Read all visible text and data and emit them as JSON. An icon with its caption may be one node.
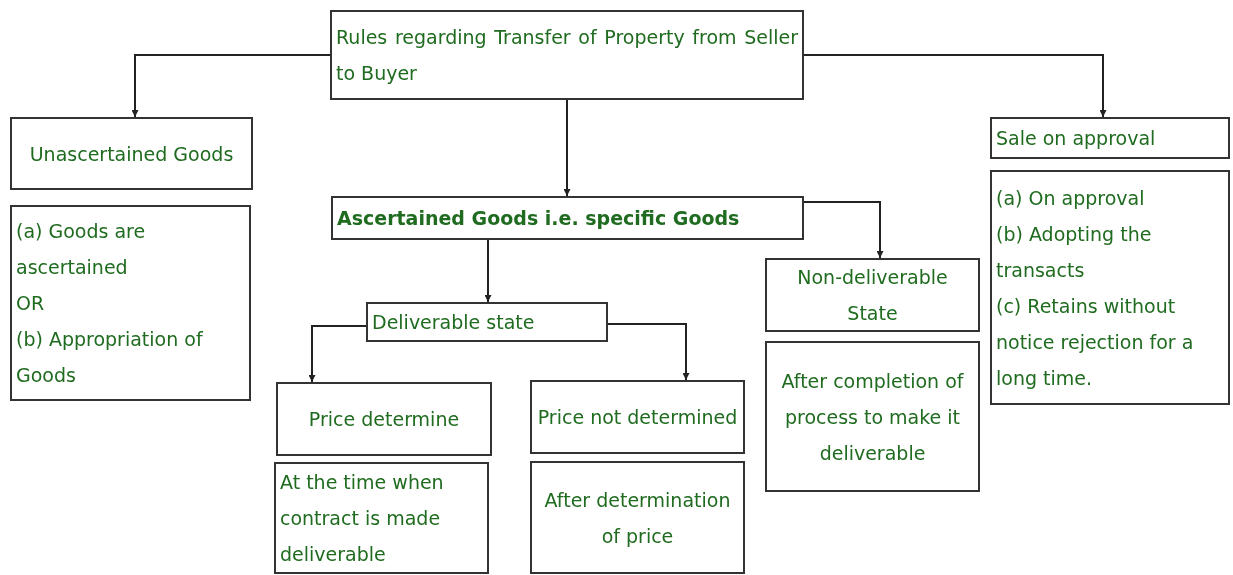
{
  "diagram": {
    "nodes": [
      {
        "text": [
          "Rules regarding Transfer of Property from Seller to Buyer"
        ]
      },
      {
        "text": [
          "Unascertained Goods"
        ]
      },
      {
        "text": [
          "(a) Goods are ascertained",
          "OR",
          "(b) Appropriation of Goods"
        ]
      },
      {
        "text": [
          "Ascertained Goods i.e. specific Goods"
        ]
      },
      {
        "text": [
          "Deliverable state"
        ]
      },
      {
        "text": [
          "Price determine"
        ]
      },
      {
        "text": [
          "At the time when contract is made deliverable"
        ]
      },
      {
        "text": [
          "Price not determined"
        ]
      },
      {
        "text": [
          "After determination of price"
        ]
      },
      {
        "text": [
          "Non-deliverable State"
        ]
      },
      {
        "text": [
          "After completion of process to make it deliverable"
        ]
      },
      {
        "text": [
          "Sale on approval"
        ]
      },
      {
        "text": [
          "(a) On approval",
          "(b) Adopting the transacts",
          "(c) Retains without notice rejection for a long time."
        ]
      }
    ],
    "edges": [
      {
        "from": 0,
        "to": 1,
        "arrow": "to"
      },
      {
        "from": 0,
        "to": 3,
        "arrow": "to"
      },
      {
        "from": 0,
        "to": 11,
        "arrow": "to"
      },
      {
        "from": 3,
        "to": 4,
        "arrow": "to"
      },
      {
        "from": 3,
        "to": 9,
        "arrow": "to"
      },
      {
        "from": 4,
        "to": 5,
        "arrow": "to"
      },
      {
        "from": 4,
        "to": 7,
        "arrow": "to"
      }
    ]
  }
}
